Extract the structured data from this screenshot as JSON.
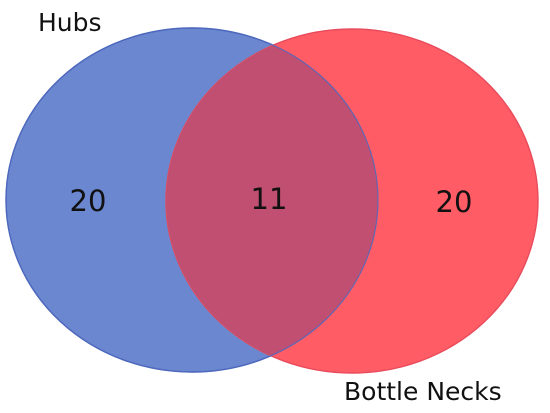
{
  "venn": {
    "sets": [
      {
        "name": "Hubs",
        "fill": "#6b87cf",
        "stroke": "#4d68bd"
      },
      {
        "name": "Bottle Necks",
        "fill": "#ff5c66",
        "stroke": "#e84c5c"
      }
    ],
    "counts": {
      "hubs_only": "20",
      "overlap": "11",
      "bottlenecks_only": "20"
    },
    "overlap_fill": "#c04f71"
  }
}
